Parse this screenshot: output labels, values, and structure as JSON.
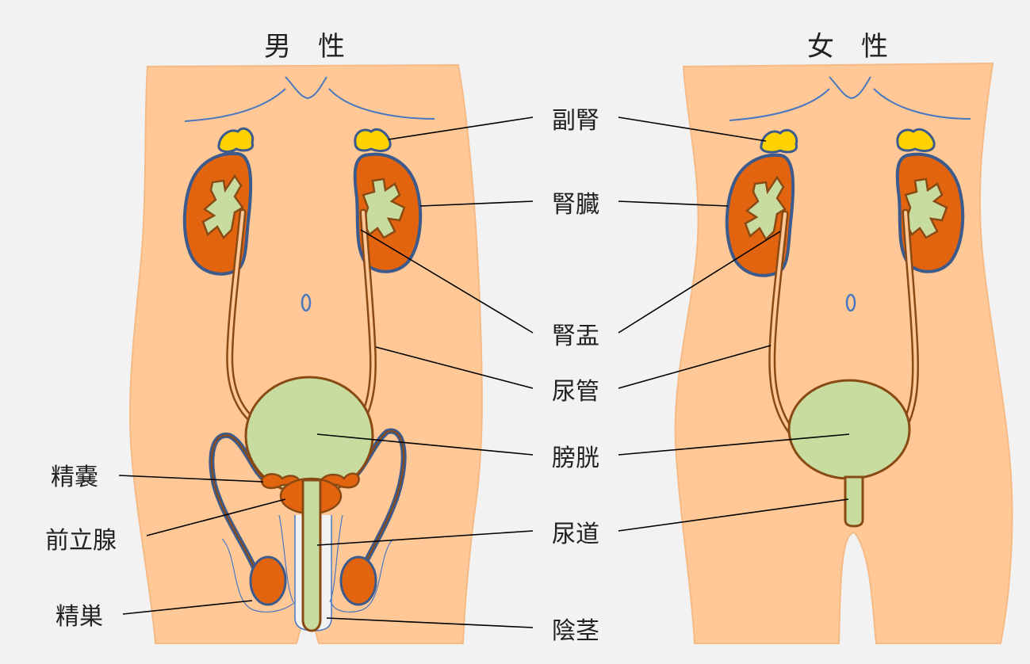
{
  "titles": {
    "male": "男　性",
    "female": "女　性"
  },
  "labels": {
    "adrenal": "副腎",
    "kidney": "腎臓",
    "renal_pelvis": "腎盂",
    "ureter": "尿管",
    "bladder": "膀胱",
    "urethra": "尿道",
    "penis": "陰茎",
    "seminal_vesicle": "精嚢",
    "prostate": "前立腺",
    "testis": "精巣"
  },
  "colors": {
    "background": "#f2f2f2",
    "body": "#ffc896",
    "kidney": "#e2640f",
    "kidney_outline": "#3c5a8c",
    "pelvis": "#c8dca0",
    "adrenal": "#ffd200",
    "bladder": "#c8dca0",
    "tube_outline": "#8a4a14",
    "line": "#000000"
  }
}
